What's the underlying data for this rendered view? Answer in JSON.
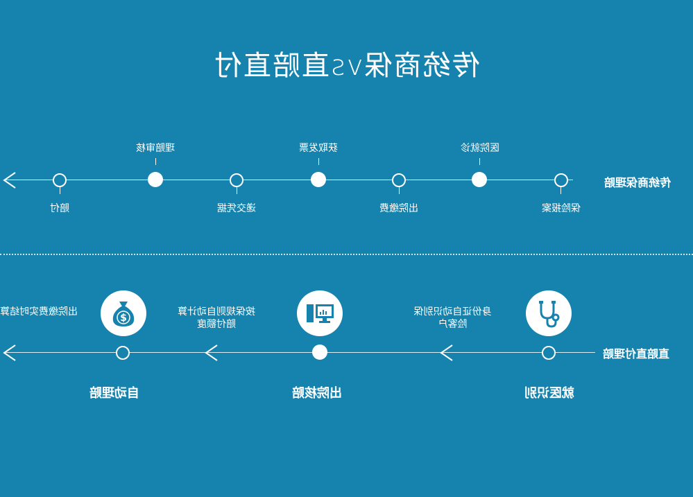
{
  "title": "传统商保vs直赔直付",
  "traditional": {
    "row_label": "传统商保理赔",
    "steps_top": [
      "医院就诊",
      "获取发票",
      "理赔审核"
    ],
    "steps_bottom": [
      "保险报案",
      "出院缴费",
      "递交凭据",
      "赔付"
    ]
  },
  "direct": {
    "row_label": "直赔直付理赔",
    "stages": [
      {
        "title": "就医识别",
        "desc": "身份证自动识别保险客户",
        "icon": "stethoscope-icon"
      },
      {
        "title": "出院核赔",
        "desc": "按保规则自动计算赔付额度",
        "icon": "computer-icon"
      },
      {
        "title": "自动理赔",
        "desc": "出院缴费实时结算",
        "icon": "money-bag-icon"
      }
    ]
  },
  "colors": {
    "background": "#1583ad",
    "foreground": "#ffffff"
  }
}
